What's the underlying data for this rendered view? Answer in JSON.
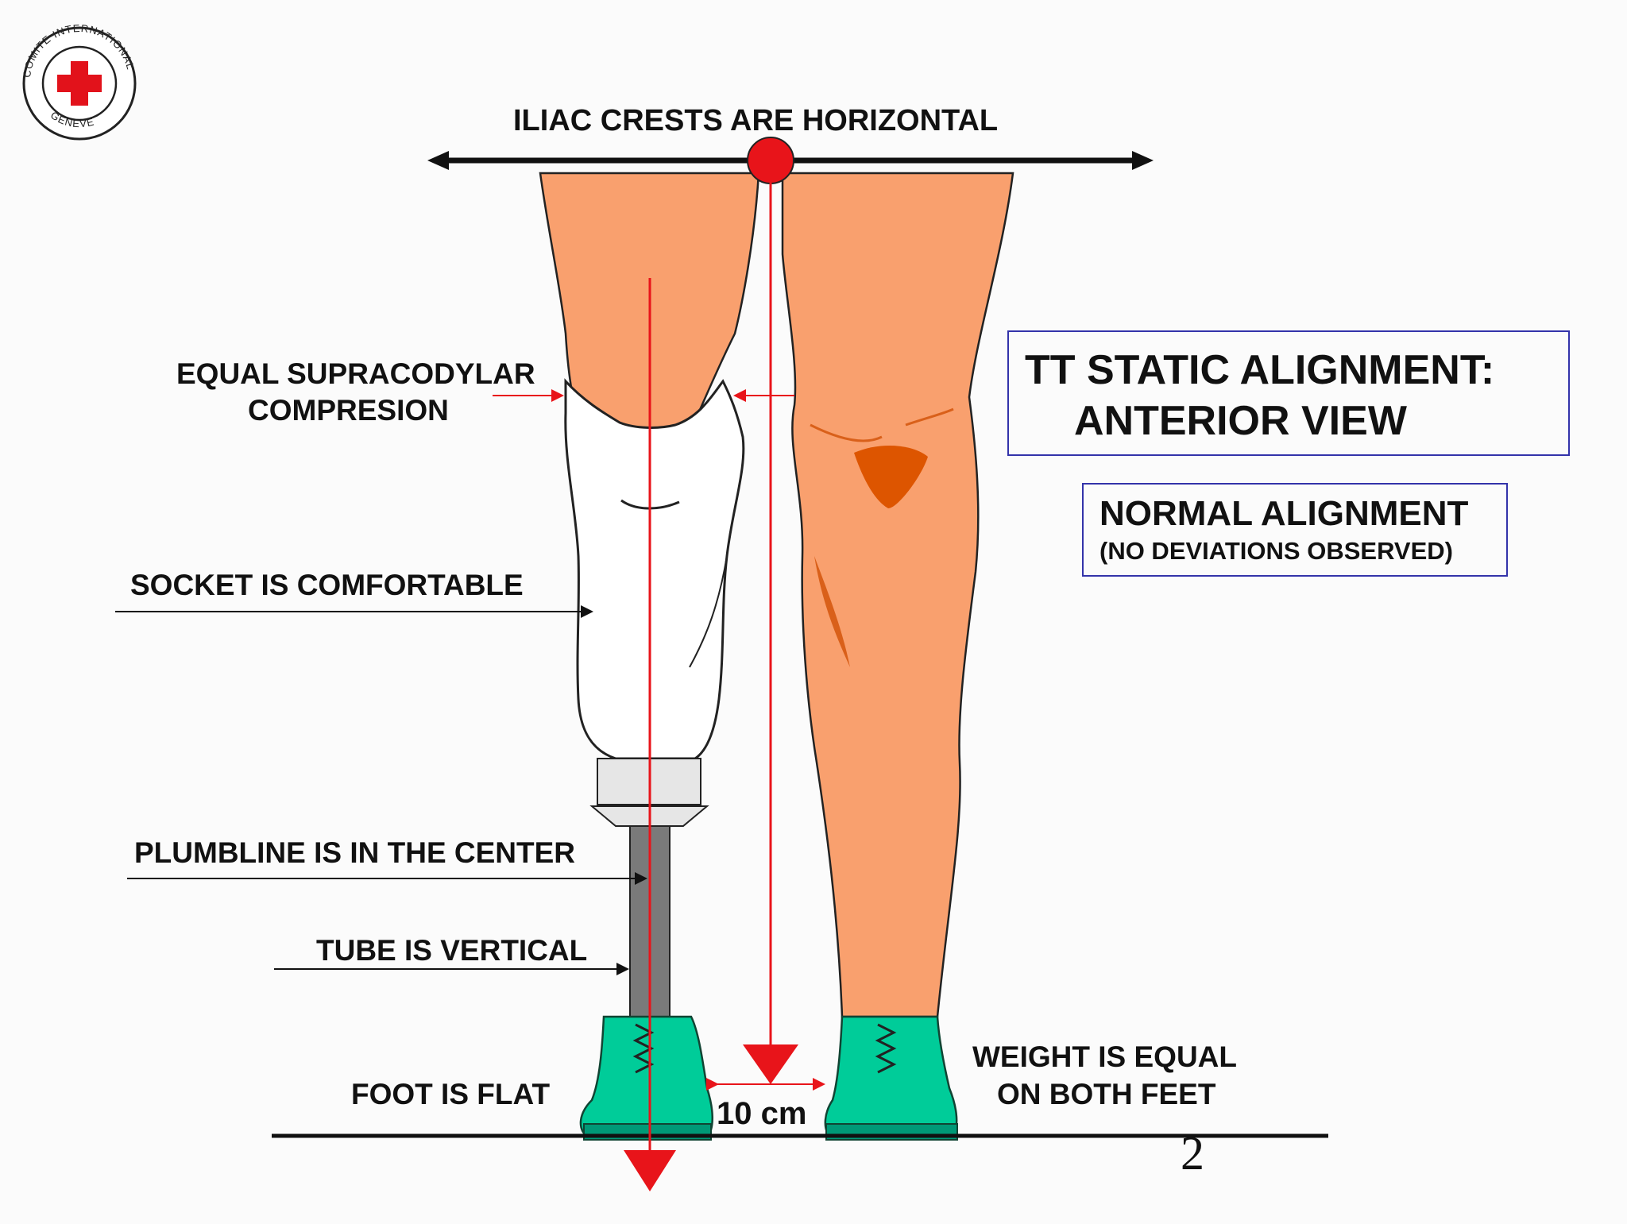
{
  "logo": {
    "ring_top": "COMITE INTERNATIONAL",
    "ring_bottom": "GENEVE",
    "cross_color": "#e2121b"
  },
  "labels": {
    "iliac": "ILIAC CRESTS ARE HORIZONTAL",
    "supracondylar_1": "EQUAL SUPRACODYLAR",
    "supracondylar_2": "COMPRESION",
    "socket": "SOCKET IS COMFORTABLE",
    "plumbline": "PLUMBLINE IS IN THE CENTER",
    "tube": "TUBE IS VERTICAL",
    "foot": "FOOT IS FLAT",
    "distance": "10 cm",
    "weight_1": "WEIGHT IS EQUAL",
    "weight_2": "ON BOTH FEET"
  },
  "title_box": {
    "line1": "TT STATIC ALIGNMENT:",
    "line2": "ANTERIOR VIEW"
  },
  "status_box": {
    "line1": "NORMAL ALIGNMENT",
    "line2": "(NO DEVIATIONS OBSERVED)"
  },
  "page_number": "2",
  "colors": {
    "skin": "#f9a06e",
    "shoe": "#00cc99",
    "plumbline": "#e8141a",
    "box_border": "#3333aa"
  }
}
